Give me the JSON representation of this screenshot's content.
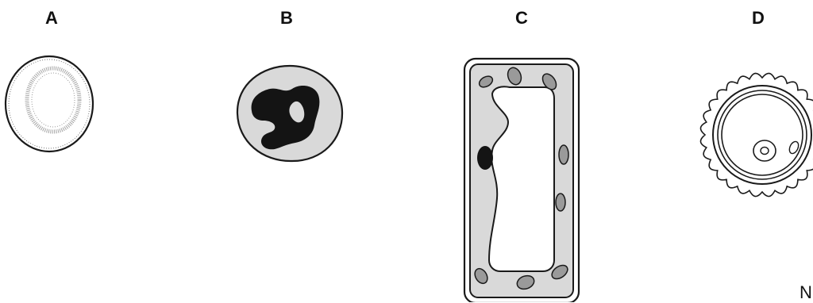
{
  "labels": {
    "a": "A",
    "b": "B",
    "c": "C",
    "d": "D"
  },
  "edge_text": "N",
  "colors": {
    "outline": "#1a1a1a",
    "cytoplasm": "#d9d9d9",
    "organelle": "#9a9a9a",
    "nucleus": "#141414",
    "background": "#ffffff"
  },
  "icons": {
    "a": "red-blood-cell-icon",
    "b": "white-blood-cell-icon",
    "c": "plant-cell-icon",
    "d": "pollen-grain-icon"
  }
}
